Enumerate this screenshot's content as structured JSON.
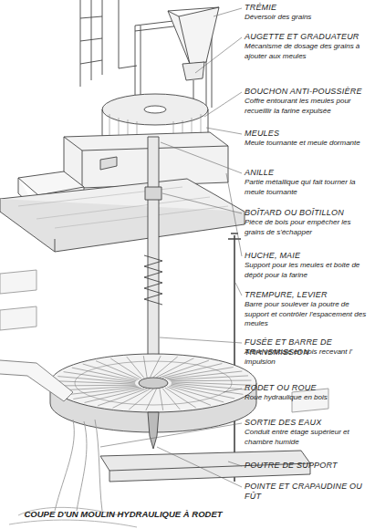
{
  "diagram": {
    "caption": "COUPE D'UN MOULIN HYDRAULIQUE À RODET",
    "labels": [
      "TRÉMIE",
      "Déversoir des grains",
      "AUGETTE ET GRADUATEUR",
      "Mécanisme de dosage des grains à ajouter aux meules",
      "BOUCHON ANTI-POUSSIÈRE",
      "Coffre entourant les meules pour recueillir la farine expulsée",
      "MEULES",
      "Meule tournante et meule dormante",
      "ANILLE",
      "Partie métallique qui fait tourner la meule tournante",
      "BOÎTARD OU BOÎTILLON",
      "Pièce de bois pour empêcher les grains de s'échapper",
      "HUCHE, MAIE",
      "Support pour les meules et boite de dépôt pour la farine",
      "TREMPURE, LEVIER",
      "Barre pour soulever la poutre de support et contrôler l'espacement des meules",
      "FUSÉE ET BARRE DE TRANSMISSION",
      "Arbre verticale en bois recevant l' impulsion",
      "RODET OU ROUE",
      "Roue hydraulique en bois",
      "SORTIE DES EAUX",
      "Conduit entre étage supérieur et chambre humide",
      "POUTRE DE SUPPORT",
      "POINTE ET CRAPAUDINE OU FÛT"
    ]
  }
}
